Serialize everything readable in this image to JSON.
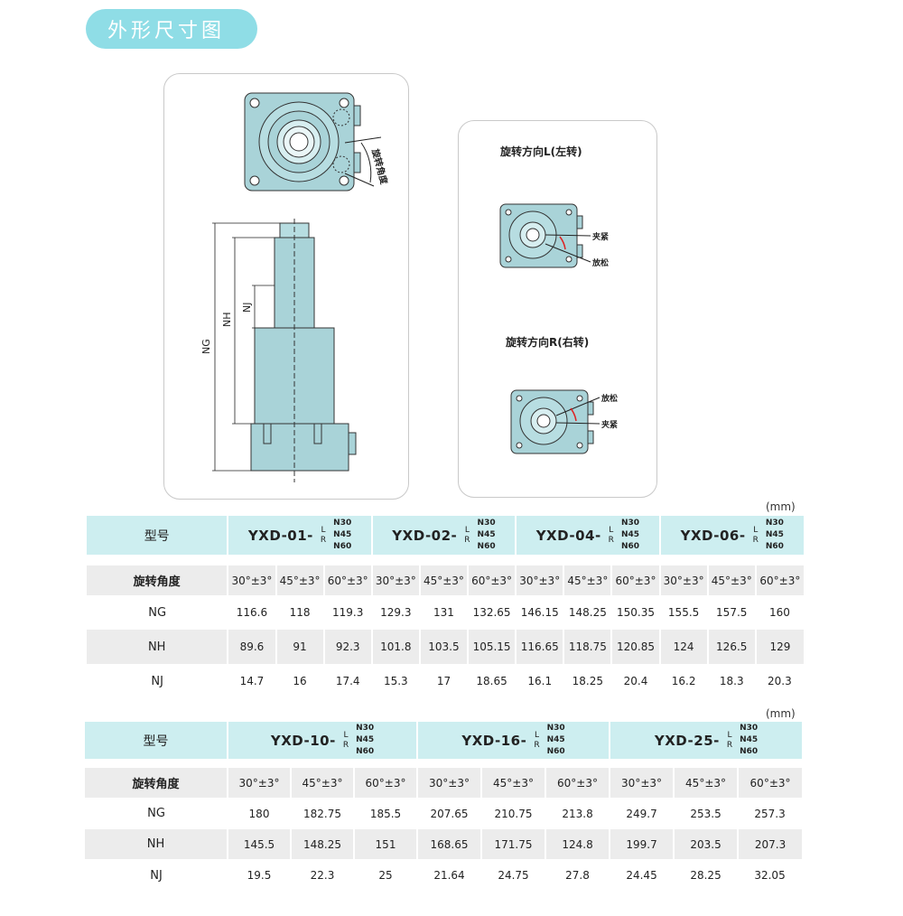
{
  "section_title": "外形尺寸图",
  "diagram": {
    "dims": {
      "ng": "NG",
      "nh": "NH",
      "nj": "NJ"
    },
    "angle_label": "旋转角度",
    "left": {
      "title": "旋转方向L(左转)",
      "clamp": "夹紧",
      "release": "放松"
    },
    "right": {
      "title": "旋转方向R(右转)",
      "clamp": "夹紧",
      "release": "放松"
    }
  },
  "unit": "(mm)",
  "table1": {
    "model_label": "型号",
    "models": [
      {
        "name": "YXD-01-",
        "lr": [
          "L",
          "R"
        ],
        "n": [
          "N30",
          "N45",
          "N60"
        ]
      },
      {
        "name": "YXD-02-",
        "lr": [
          "L",
          "R"
        ],
        "n": [
          "N30",
          "N45",
          "N60"
        ]
      },
      {
        "name": "YXD-04-",
        "lr": [
          "L",
          "R"
        ],
        "n": [
          "N30",
          "N45",
          "N60"
        ]
      },
      {
        "name": "YXD-06-",
        "lr": [
          "L",
          "R"
        ],
        "n": [
          "N30",
          "N45",
          "N60"
        ]
      }
    ],
    "rows": [
      {
        "label": "旋转角度",
        "values": [
          "30°±3°",
          "45°±3°",
          "60°±3°",
          "30°±3°",
          "45°±3°",
          "60°±3°",
          "30°±3°",
          "45°±3°",
          "60°±3°",
          "30°±3°",
          "45°±3°",
          "60°±3°"
        ]
      },
      {
        "label": "NG",
        "values": [
          "116.6",
          "118",
          "119.3",
          "129.3",
          "131",
          "132.65",
          "146.15",
          "148.25",
          "150.35",
          "155.5",
          "157.5",
          "160"
        ]
      },
      {
        "label": "NH",
        "values": [
          "89.6",
          "91",
          "92.3",
          "101.8",
          "103.5",
          "105.15",
          "116.65",
          "118.75",
          "120.85",
          "124",
          "126.5",
          "129"
        ]
      },
      {
        "label": "NJ",
        "values": [
          "14.7",
          "16",
          "17.4",
          "15.3",
          "17",
          "18.65",
          "16.1",
          "18.25",
          "20.4",
          "16.2",
          "18.3",
          "20.3"
        ]
      }
    ]
  },
  "table2": {
    "model_label": "型号",
    "models": [
      {
        "name": "YXD-10-",
        "lr": [
          "L",
          "R"
        ],
        "n": [
          "N30",
          "N45",
          "N60"
        ]
      },
      {
        "name": "YXD-16-",
        "lr": [
          "L",
          "R"
        ],
        "n": [
          "N30",
          "N45",
          "N60"
        ]
      },
      {
        "name": "YXD-25-",
        "lr": [
          "L",
          "R"
        ],
        "n": [
          "N30",
          "N45",
          "N60"
        ]
      }
    ],
    "rows": [
      {
        "label": "旋转角度",
        "values": [
          "30°±3°",
          "45°±3°",
          "60°±3°",
          "30°±3°",
          "45°±3°",
          "60°±3°",
          "30°±3°",
          "45°±3°",
          "60°±3°"
        ]
      },
      {
        "label": "NG",
        "values": [
          "180",
          "182.75",
          "185.5",
          "207.65",
          "210.75",
          "213.8",
          "249.7",
          "253.5",
          "257.3"
        ]
      },
      {
        "label": "NH",
        "values": [
          "145.5",
          "148.25",
          "151",
          "168.65",
          "171.75",
          "124.8",
          "199.7",
          "203.5",
          "207.3"
        ]
      },
      {
        "label": "NJ",
        "values": [
          "19.5",
          "22.3",
          "25",
          "21.64",
          "24.75",
          "27.8",
          "24.45",
          "28.25",
          "32.05"
        ]
      }
    ]
  }
}
